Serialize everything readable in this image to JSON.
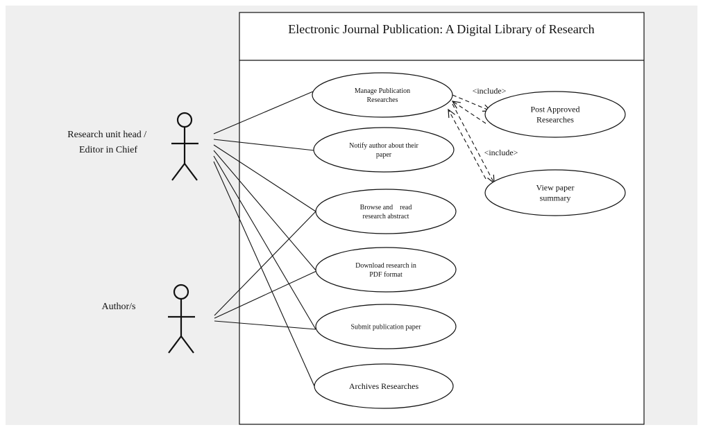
{
  "colors": {
    "page_bg": "#ffffff",
    "frame_bg": "#efefef",
    "line": "#111111"
  },
  "system": {
    "title": "Electronic Journal Publication: A Digital Library of Research"
  },
  "actors": [
    {
      "id": "editor",
      "lines": [
        "Research unit head /",
        "Editor in Chief"
      ]
    },
    {
      "id": "author",
      "lines": [
        "Author/s"
      ]
    }
  ],
  "use_cases": [
    {
      "id": "manage",
      "lines": [
        "Manage Publication",
        "Researches"
      ]
    },
    {
      "id": "notify",
      "lines": [
        "Notify author about their",
        "paper"
      ]
    },
    {
      "id": "browse",
      "lines": [
        "Browse and    read",
        "research abstract"
      ]
    },
    {
      "id": "download",
      "lines": [
        "Download research in",
        "PDF format"
      ]
    },
    {
      "id": "submit",
      "lines": [
        "Submit publication paper"
      ]
    },
    {
      "id": "archives",
      "lines": [
        "Archives Researches"
      ]
    },
    {
      "id": "post",
      "lines": [
        "Post Approved",
        "Researches"
      ]
    },
    {
      "id": "view",
      "lines": [
        "View paper",
        "summary"
      ]
    }
  ],
  "associations": [
    {
      "actor": "editor",
      "use_case": "manage"
    },
    {
      "actor": "editor",
      "use_case": "notify"
    },
    {
      "actor": "editor",
      "use_case": "browse"
    },
    {
      "actor": "editor",
      "use_case": "download"
    },
    {
      "actor": "editor",
      "use_case": "submit"
    },
    {
      "actor": "editor",
      "use_case": "archives"
    },
    {
      "actor": "author",
      "use_case": "browse"
    },
    {
      "actor": "author",
      "use_case": "download"
    },
    {
      "actor": "author",
      "use_case": "submit"
    }
  ],
  "relations": [
    {
      "from": "manage",
      "to": "post",
      "label": "<include>"
    },
    {
      "from": "manage",
      "to": "view",
      "label": "<include>"
    }
  ]
}
